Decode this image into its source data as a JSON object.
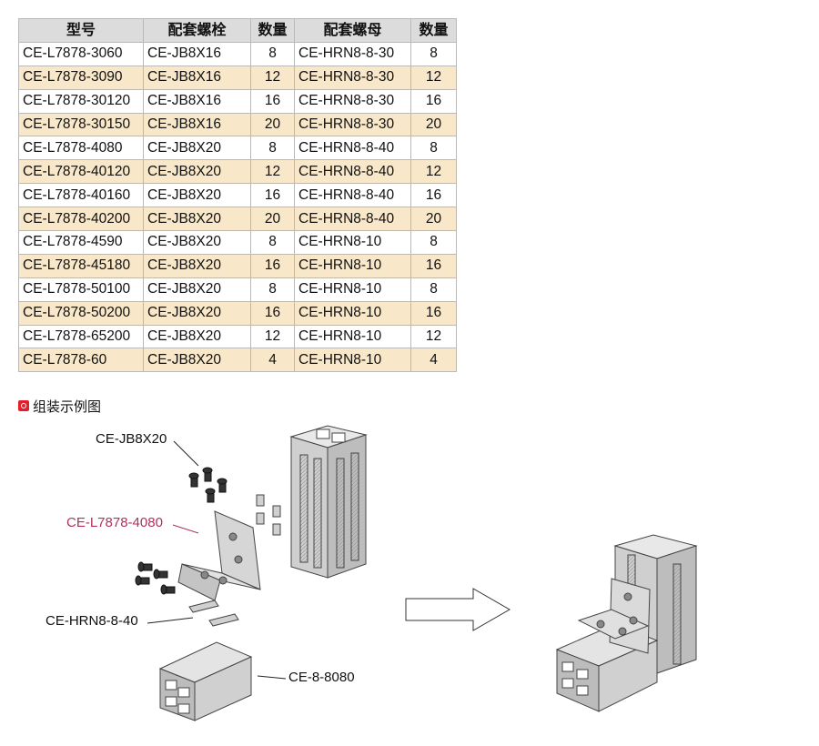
{
  "table": {
    "headers": [
      "型号",
      "配套螺栓",
      "数量",
      "配套螺母",
      "数量"
    ],
    "rows": [
      [
        "CE-L7878-3060",
        "CE-JB8X16",
        "8",
        "CE-HRN8-8-30",
        "8"
      ],
      [
        "CE-L7878-3090",
        "CE-JB8X16",
        "12",
        "CE-HRN8-8-30",
        "12"
      ],
      [
        "CE-L7878-30120",
        "CE-JB8X16",
        "16",
        "CE-HRN8-8-30",
        "16"
      ],
      [
        "CE-L7878-30150",
        "CE-JB8X16",
        "20",
        "CE-HRN8-8-30",
        "20"
      ],
      [
        "CE-L7878-4080",
        "CE-JB8X20",
        "8",
        "CE-HRN8-8-40",
        "8"
      ],
      [
        "CE-L7878-40120",
        "CE-JB8X20",
        "12",
        "CE-HRN8-8-40",
        "12"
      ],
      [
        "CE-L7878-40160",
        "CE-JB8X20",
        "16",
        "CE-HRN8-8-40",
        "16"
      ],
      [
        "CE-L7878-40200",
        "CE-JB8X20",
        "20",
        "CE-HRN8-8-40",
        "20"
      ],
      [
        "CE-L7878-4590",
        "CE-JB8X20",
        "8",
        "CE-HRN8-10",
        "8"
      ],
      [
        "CE-L7878-45180",
        "CE-JB8X20",
        "16",
        "CE-HRN8-10",
        "16"
      ],
      [
        "CE-L7878-50100",
        "CE-JB8X20",
        "8",
        "CE-HRN8-10",
        "8"
      ],
      [
        "CE-L7878-50200",
        "CE-JB8X20",
        "16",
        "CE-HRN8-10",
        "16"
      ],
      [
        "CE-L7878-65200",
        "CE-JB8X20",
        "12",
        "CE-HRN8-10",
        "12"
      ],
      [
        "CE-L7878-60",
        "CE-JB8X20",
        "4",
        "CE-HRN8-10",
        "4"
      ]
    ],
    "row_highlight_color": "#f8e7c8",
    "header_color": "#dcdcdc"
  },
  "section": {
    "title": "组装示例图",
    "icon": "red-circle-bullet-icon"
  },
  "diagram": {
    "callouts": {
      "bolt": "CE-JB8X20",
      "bracket": "CE-L7878-4080",
      "nut": "CE-HRN8-8-40",
      "profile": "CE-8-8080"
    },
    "bracket_label_color": "#b03060",
    "arrow_icon": "right-arrow-outline-icon"
  }
}
